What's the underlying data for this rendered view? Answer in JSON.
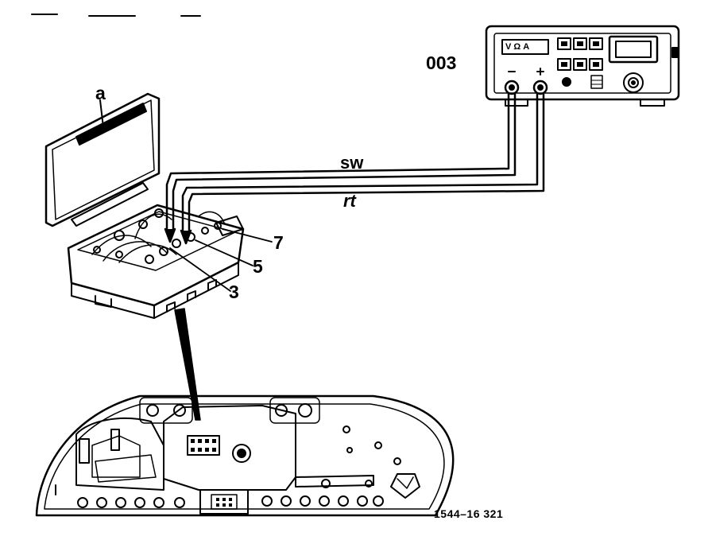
{
  "labels": {
    "a": "a",
    "meter": "003",
    "wire_black": "sw",
    "wire_red": "rt",
    "pin_7": "7",
    "pin_5": "5",
    "pin_3": "3",
    "figure_ref": "1544–16 321"
  },
  "meter_display": {
    "mode": "V  Ω  A"
  }
}
